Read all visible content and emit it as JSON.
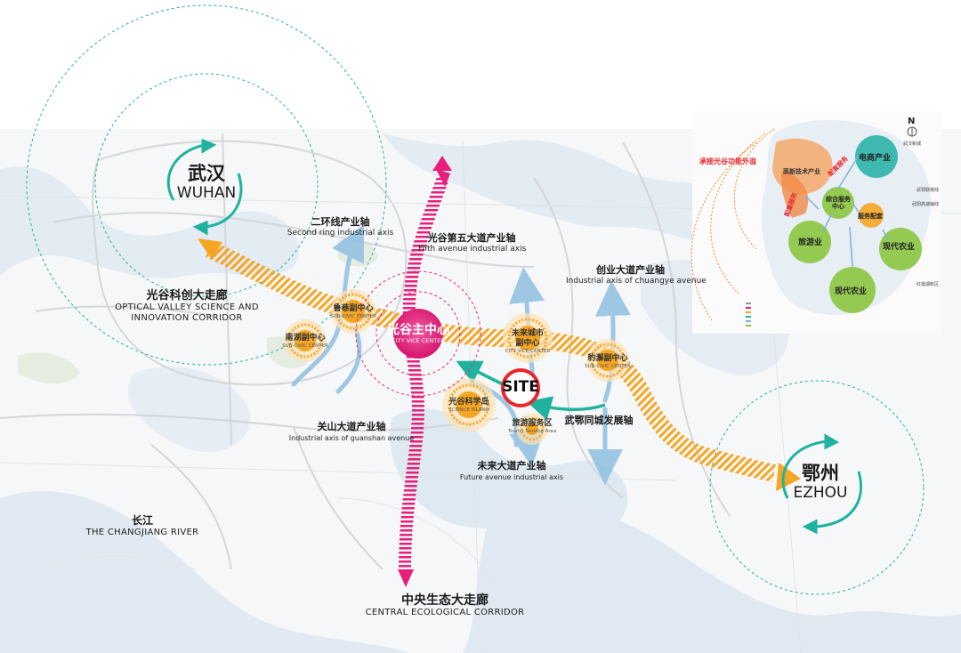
{
  "cities": {
    "wuhan": {
      "zh": "武汉",
      "en": "WUHAN"
    },
    "ezhou": {
      "zh": "鄂州",
      "en": "EZHOU"
    }
  },
  "corridors": {
    "optical_valley": {
      "zh": "光谷科创大走廊",
      "en1": "OPTICAL VALLEY SCIENCE AND",
      "en2": "INNOVATION CORRIDOR"
    },
    "central_ecological": {
      "zh": "中央生态大走廊",
      "en": "CENTRAL ECOLOGICAL CORRIDOR"
    }
  },
  "axes": {
    "second_ring": {
      "zh": "二环线产业轴",
      "en": "Second ring industrial axis"
    },
    "fifth_avenue": {
      "zh": "光谷第五大道产业轴",
      "en": "Fifth avenue industrial axis"
    },
    "chuangye": {
      "zh": "创业大道产业轴",
      "en": "Industrial axis of chuangye avenue"
    },
    "guanshan": {
      "zh": "关山大道产业轴",
      "en": "Industrial axis of guanshan avenue"
    },
    "future": {
      "zh": "未来大道产业轴",
      "en": "Future avenue industrial axis"
    },
    "wuhan_ezhou": {
      "zh": "武鄂同城发展轴"
    }
  },
  "river": {
    "zh": "长江",
    "en": "THE CHANGJIANG RIVER"
  },
  "centers": {
    "main": {
      "zh": "光谷主中心",
      "en": "CITY VICE CENTER"
    },
    "luxiang": {
      "zh": "鲁巷副中心",
      "en": "SUB-CIVIC CENTER"
    },
    "nanhu": {
      "zh": "南湖副中心",
      "en": "SUB-CIVIC CENTER"
    },
    "future_city": {
      "zh1": "未来城市",
      "zh2": "副中心",
      "en": "CITY VICE CENTER"
    },
    "baodian": {
      "zh": "豹澥副中心",
      "en": "SUB-CIVIC CENTER"
    },
    "science_island": {
      "zh": "光谷科学岛",
      "en": "SCIENCE ISLAND"
    },
    "tourism": {
      "zh": "旅游服务区",
      "en": "Tourist Service Area"
    }
  },
  "site": {
    "label": "SITE"
  },
  "inset": {
    "north": "N",
    "headline": "承接光谷功能外溢",
    "tags": [
      "高新技术产业",
      "配套服务",
      "配套服务"
    ],
    "circles": [
      {
        "name": "电商产业",
        "color": "#2bb3a8"
      },
      {
        "name": "综合服务中心",
        "color": "#8bc53f"
      },
      {
        "name": "旅游业",
        "color": "#8bc53f"
      },
      {
        "name": "现代农业",
        "color": "#8bc53f"
      },
      {
        "name": "现代农业",
        "color": "#8bc53f"
      },
      {
        "name": "服务配套",
        "color": "#f5a623"
      }
    ],
    "side_labels": [
      "武鄂联络线",
      "武阳高速辅线",
      "红莲湖新区",
      "武汉新城"
    ]
  },
  "colors": {
    "orange": "#f5a623",
    "magenta": "#e91e7a",
    "teal": "#1fb39f",
    "blue": "#7fb3d9",
    "site_red": "#e8262b"
  }
}
